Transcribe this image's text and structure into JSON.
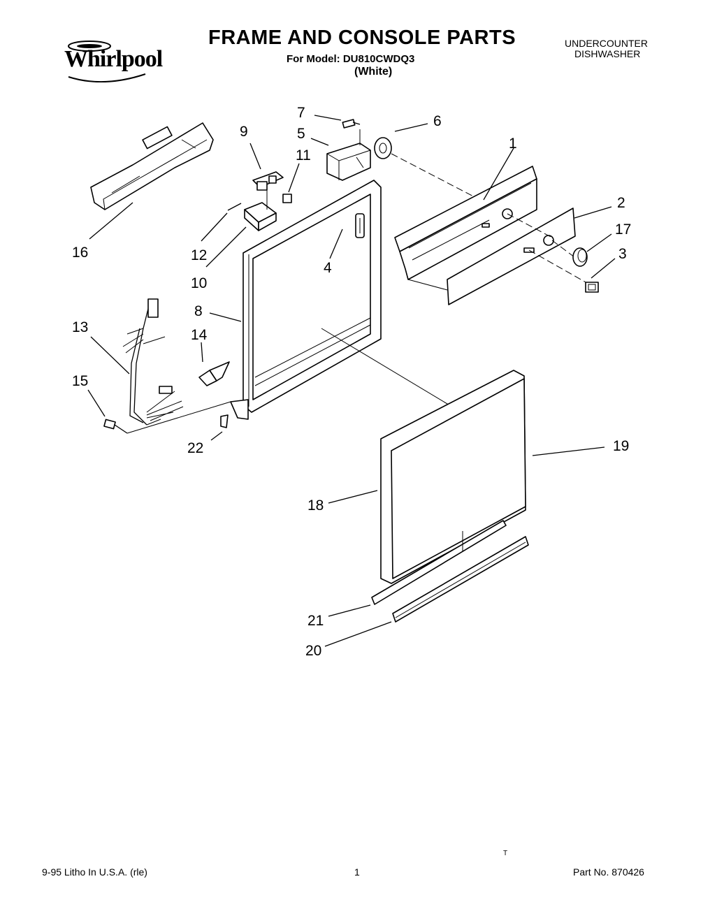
{
  "brand": {
    "name": "Whirlpool"
  },
  "header": {
    "title": "FRAME AND CONSOLE PARTS",
    "model_line": "For Model: DU810CWDQ3",
    "color": "(White)",
    "product_type_line1": "UNDERCOUNTER",
    "product_type_line2": "DISHWASHER"
  },
  "callouts": [
    "1",
    "2",
    "3",
    "4",
    "5",
    "6",
    "7",
    "8",
    "9",
    "10",
    "11",
    "12",
    "13",
    "14",
    "15",
    "16",
    "17",
    "18",
    "19",
    "20",
    "21",
    "22"
  ],
  "footer": {
    "left": "9-95 Litho In U.S.A. (rle)",
    "page": "1",
    "part_no": "Part No. 870426",
    "mark": "T"
  }
}
